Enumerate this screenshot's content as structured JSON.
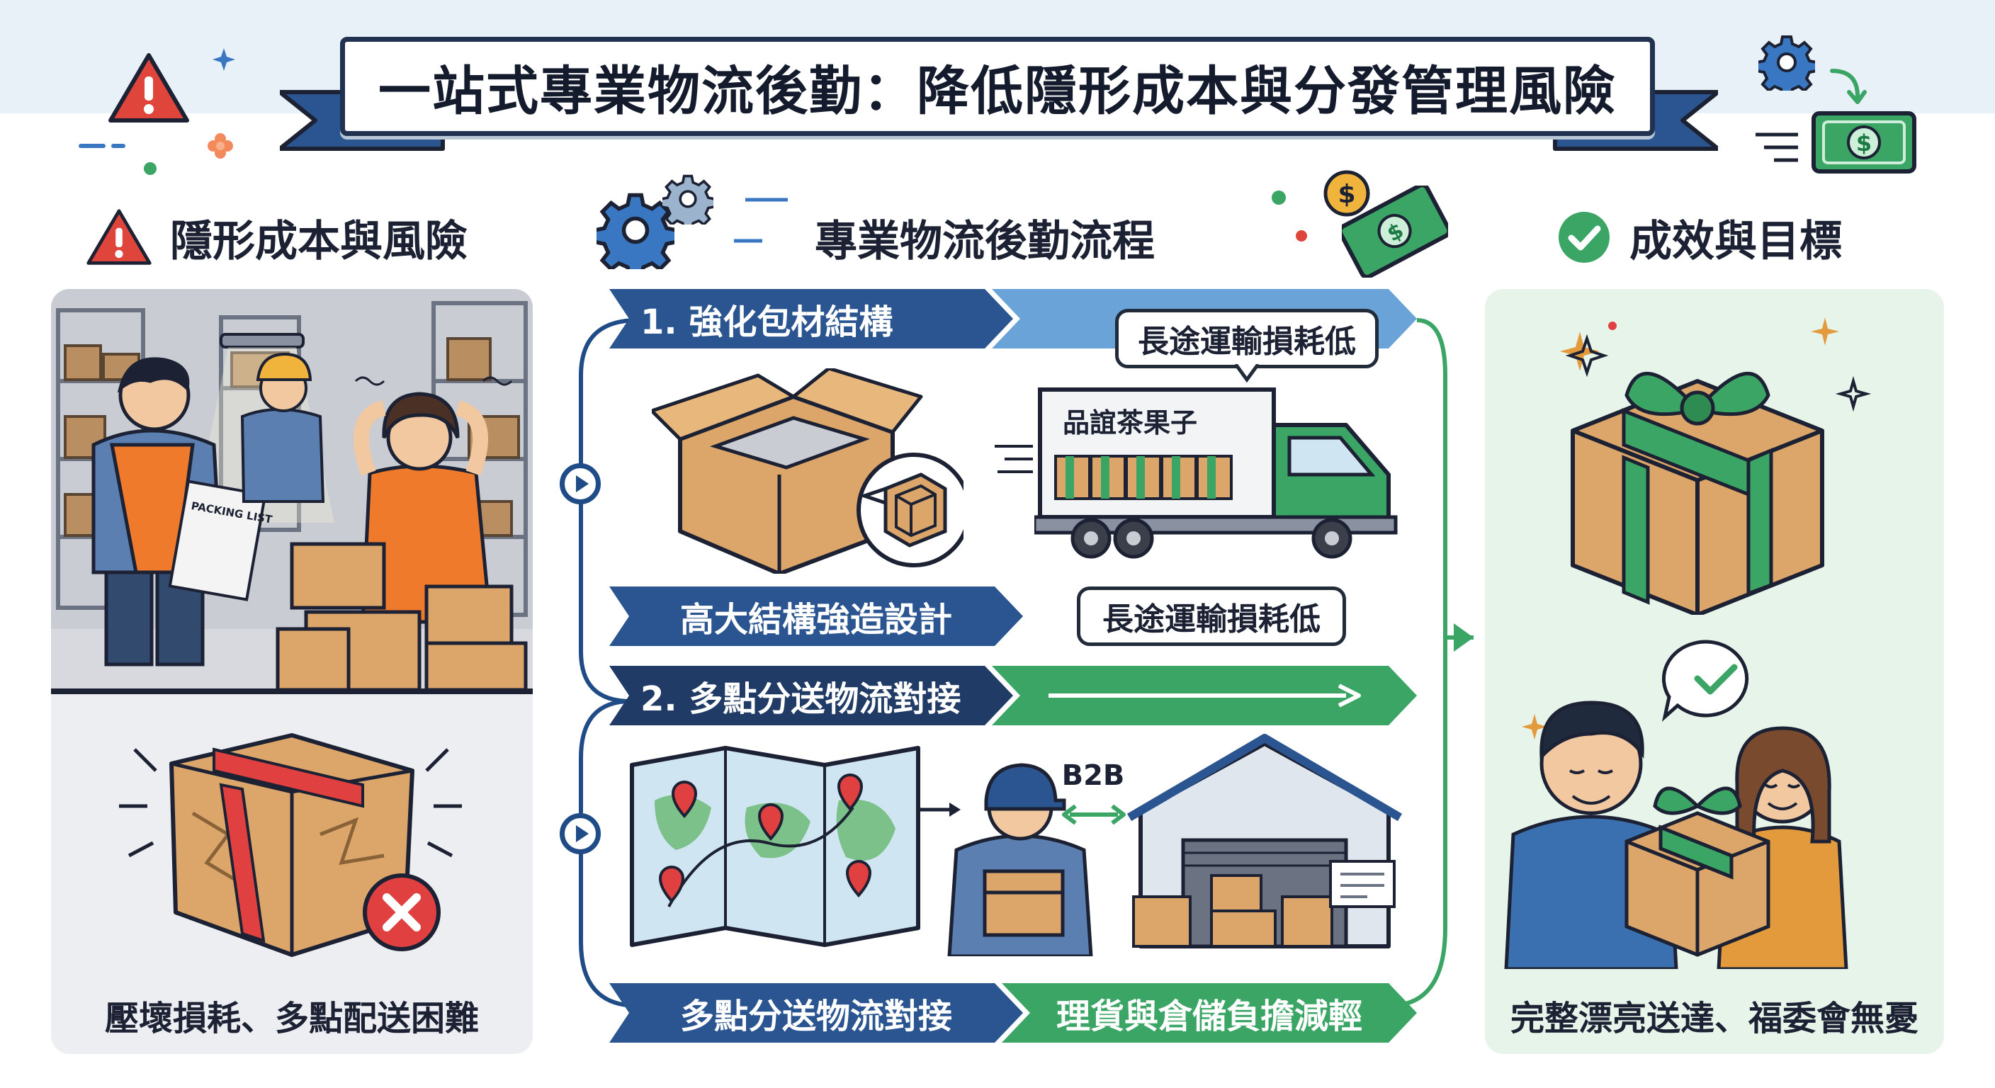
{
  "title": "一站式專業物流後勤：降低隱形成本與分發管理風險",
  "sections": {
    "left": {
      "heading": "隱形成本與風險",
      "caption": "壓壞損耗、多點配送困難",
      "clipboard_text": "PACKING LIST"
    },
    "middle": {
      "heading": "專業物流後勤流程",
      "step1": {
        "label": "1. 強化包材結構",
        "bubble_top": "長途運輸損耗低",
        "truck_text": "品誼茶果子",
        "bottom_left": "高大結構強造設計",
        "bottom_right": "長途運輸損耗低"
      },
      "step2": {
        "label": "2. 多點分送物流對接",
        "b2b": "B2B",
        "bottom_left": "多點分送物流對接",
        "bottom_right": "理貨與倉儲負擔減輕"
      }
    },
    "right": {
      "heading": "成效與目標",
      "caption": "完整漂亮送達、福委會無憂"
    }
  },
  "colors": {
    "navy": "#1f3b66",
    "blue": "#2a5591",
    "light_blue": "#6aa3d8",
    "green": "#3aa564",
    "red": "#e04040",
    "box_tan": "#dca56a"
  },
  "icons": [
    "warning-icon",
    "gear-icon",
    "money-icon",
    "coin-icon",
    "check-circle-icon",
    "sparkle-icon",
    "error-icon"
  ]
}
